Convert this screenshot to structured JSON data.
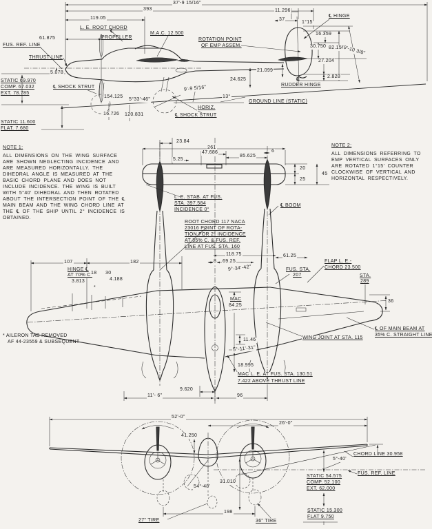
{
  "side_view": {
    "len_ft": "37'-9 15/16\"",
    "len_in": "393",
    "d119": "119.05",
    "le_root_chord": "L. E. ROOT CHORD",
    "d61875": "61.875",
    "prop_sym": "℄",
    "prop": "PROPELLER",
    "mac": "M.A.C. 12.500",
    "rot1": "ROTATION POINT",
    "rot2": "OF EMP ASSEM.",
    "d11296": "11.296",
    "d37": "37",
    "a115": "1°15'",
    "hinge_cl": "℄ HINGE",
    "d16359": "16.359",
    "d30750": "30.750",
    "d82156": "82.156",
    "h9103": "9'-10 3/8\"",
    "d27204": "27.204",
    "d2828": "2.828",
    "d21099": "21.099",
    "d24625": "24.625",
    "rudder_sym": "℄",
    "rudder": "RUDDER  HINGE",
    "ground": "GROUND LINE (STATIC)",
    "fus_ref": "FUS. REF. LINE",
    "thrust": "THRUST LINE",
    "d5078": "5.078",
    "static69": "STATIC  69.970",
    "comp67": "COMP.  67.032",
    "ext78": "EXT.   78.785",
    "shock_fwd": "℄ SHOCK STRUT",
    "d154125": "154.125",
    "a53346": "5°33'-46\"",
    "h9956": "9'-9 5/16\"",
    "a13": "13°",
    "horiz": "HORIZ.",
    "shock_aft": "℄ SHOCK STRUT",
    "d16726": "16.726",
    "d120831": "120.831",
    "static116": "STATIC  11.600",
    "flat768": "FLAT.   7.680"
  },
  "notes": {
    "n1_title": "NOTE 1:",
    "n1_body": "ALL DIMENSIONS ON THE WING SURFACE ARE SHOWN NEGLECTING INCIDENCE AND ARE MEASURED HORIZONTALLY. THE DIHEDRAL ANGLE IS MEASURED AT THE BASIC CHORD PLANE AND DOES NOT INCLUDE INCIDENCE. THE WING IS BUILT WITH 5°40' DIHEDRAL AND THEN ROTATED ABOUT THE INTERSECTION POINT OF THE ℄ MAIN BEAM AND THE WING CHORD LINE AT THE ℄ OF THE SHIP UNTIL 2° INCIDENCE IS OBTAINED.",
    "n2_title": "NOTE 2:",
    "n2_body": "ALL DIMENSIONS REFERRING TO EMP VERTICAL SURFACES ONLY ARE ROTATED 1°15' COUNTER CLOCKWISE OF VERTICAL AND HORIZONTAL RESPECTIVELY.",
    "aileron1": "* AILERON TAB REMOVED",
    "aileron2": "AF 44-23559 & SUBSEQUENT"
  },
  "plan_view": {
    "d2384": "23.84",
    "d261": "261",
    "d47686": "47.686",
    "d525": "5.25",
    "d85625": "85.625",
    "d6": "6",
    "d20": "20",
    "d45": "45",
    "d25": "25",
    "stab1": "L. E. STAB. AT FUS.",
    "stab2": "STA. 397.584",
    "stab3": "INCIDENCE  0°",
    "boom_cl": "℄ BOOM",
    "rc1": "ROOT CHORD 117 NACA",
    "rc2": "23016 POINT OF ROTA-",
    "rc3": "TION FOR 2° INCIDENCE",
    "rc4": "AT 35% C. & FUS. REF.",
    "rc5": "LINE AT FUS. STA. 160",
    "d107": "107",
    "d182": "182",
    "hinge1": "HINGE ℄",
    "hinge2": "AT 70% C.",
    "d18": "18",
    "d30": "30",
    "d3813": "3.813",
    "d4188": "4.188",
    "star": "*",
    "d11875": "118.75",
    "d8": "8",
    "d6925": "69.25",
    "a93442": "9°-34'-42\"",
    "d6125": "61.25",
    "fussta1": "FUS. STA.",
    "fussta2": "207",
    "flap1": "FLAP L. E.-",
    "flap2": "CHORD 23.500",
    "sta1": "STA.",
    "sta2": "289",
    "d36": "36",
    "mac1": "MAC",
    "mac2": "84.25",
    "beam1": "℄ OF MAIN BEAM AT",
    "beam2": "35% C. STRAIGHT LINE",
    "joint": "WING JOINT AT STA. 115",
    "d1146": "11.46",
    "a51131": "5°-11'-31\"",
    "d18995": "18.995",
    "macle1": "MAC L. E. AT FUS. STA. 130.51",
    "macle2": "7.422  ABOVE THRUST LINE",
    "d9620": "9.620",
    "d116ft": "11'- 6\"",
    "d96": "96"
  },
  "front_view": {
    "span52": "52'-0\"",
    "span26": "26'-0\"",
    "d41250": "41.250",
    "d31010": "31.010",
    "a5448": "54°-48'",
    "d198": "198",
    "tire27": "27\" TIRE",
    "tire36": "36\" TIRE",
    "a540": "5°-40'",
    "chord": "CHORD LINE 30.958",
    "fusref": "FUS. REF. LINE",
    "static54": "STATIC 54.575",
    "comp52": "COMP.  52.100",
    "ext62": "EXT.   62.000",
    "static153": "STATIC 15.300",
    "flat975": "FLAT    9.750"
  }
}
